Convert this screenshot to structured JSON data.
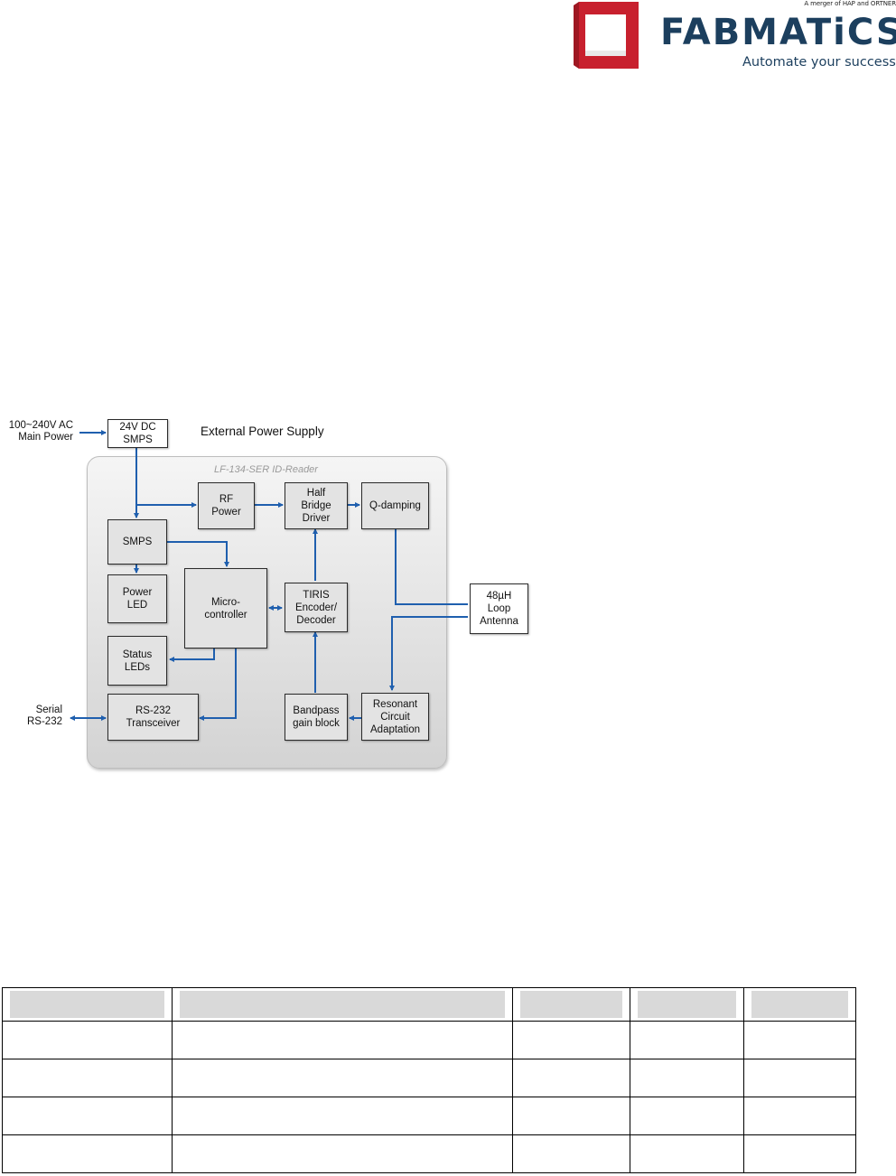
{
  "header": {
    "merger_text": "A merger of HAP and ORTNER",
    "brand_name": "FABMATiCS",
    "tagline": "Automate your success",
    "brand_color": "#1c3f5e",
    "logo_color": "#c8202e"
  },
  "diagram": {
    "external_title": "External Power Supply",
    "frame_title": "LF-134-SER ID-Reader",
    "inputs": {
      "main_power": "100~240V AC\nMain Power",
      "serial": "Serial\nRS-232"
    },
    "blocks": {
      "dc_smps": "24V DC\nSMPS",
      "rf_power": "RF\nPower",
      "half_bridge": "Half\nBridge\nDriver",
      "q_damping": "Q-damping",
      "smps": "SMPS",
      "power_led": "Power\nLED",
      "micro": "Micro-\ncontroller",
      "tiris": "TIRIS\nEncoder/\nDecoder",
      "antenna": "48µH\nLoop\nAntenna",
      "status_leds": "Status\nLEDs",
      "rs232": "RS-232\nTransceiver",
      "bandpass": "Bandpass\ngain block",
      "resonant": "Resonant\nCircuit\nAdaptation"
    },
    "wire_color": "#1f5fae"
  },
  "table": {
    "header": [
      "",
      "",
      "",
      "",
      ""
    ],
    "rows": [
      [
        "",
        "",
        "",
        "",
        ""
      ],
      [
        "",
        "",
        "",
        "",
        ""
      ],
      [
        "",
        "",
        "",
        "",
        ""
      ],
      [
        "",
        "",
        "",
        "",
        ""
      ]
    ]
  }
}
